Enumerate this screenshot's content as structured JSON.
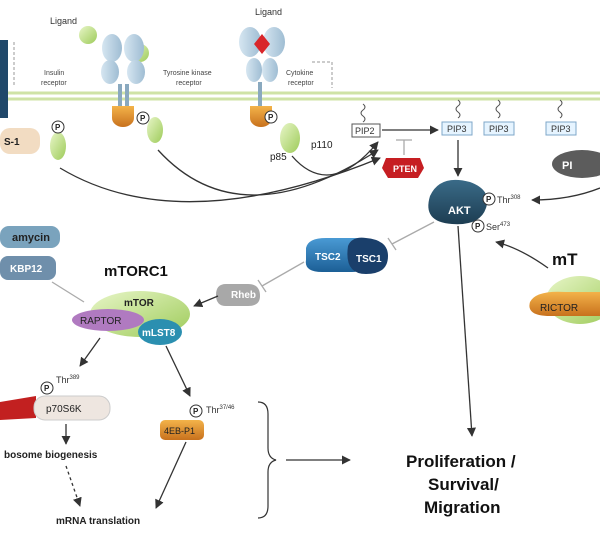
{
  "top": {
    "ligand_left": "Ligand",
    "ligand_right": "Ligand",
    "insulin_receptor": [
      "Insulin",
      "receptor"
    ],
    "tyrosine_receptor": [
      "Tyrosine kinase",
      "receptor"
    ],
    "cytokine_receptor": [
      "Cytokine",
      "receptor"
    ]
  },
  "phospho": "P",
  "nodes": {
    "irs": "S-1",
    "p85": "p85",
    "p110": "p110",
    "pip2": "PIP2",
    "pip3_a": "PIP3",
    "pip3_b": "PIP3",
    "pip3_c": "PIP3",
    "pten": "PTEN",
    "pdk_partial": "PI",
    "akt": "AKT",
    "thr308": "Thr",
    "thr308_sup": "308",
    "ser473": "Ser",
    "ser473_sup": "473",
    "tsc2": "TSC2",
    "tsc1": "TSC1",
    "rapamycin": "amycin",
    "fkbp12": "KBP12",
    "mtorc1_title": "mTORC1",
    "mtor": "mTOR",
    "raptor": "RAPTOR",
    "mlst8": "mLST8",
    "rheb": "Rheb",
    "mtorc2_partial": "mT",
    "rictor": "RICTOR",
    "thr389": "Thr",
    "thr389_sup": "389",
    "p70s6k": "p70S6K",
    "thr3746": "Thr",
    "thr3746_sup": "37/46",
    "fourebp1": "4EB-P1",
    "ribosome": "bosome biogenesis",
    "mrna": "mRNA translation",
    "outcome": [
      "Proliferation /",
      "Survival/",
      "Migration"
    ]
  }
}
